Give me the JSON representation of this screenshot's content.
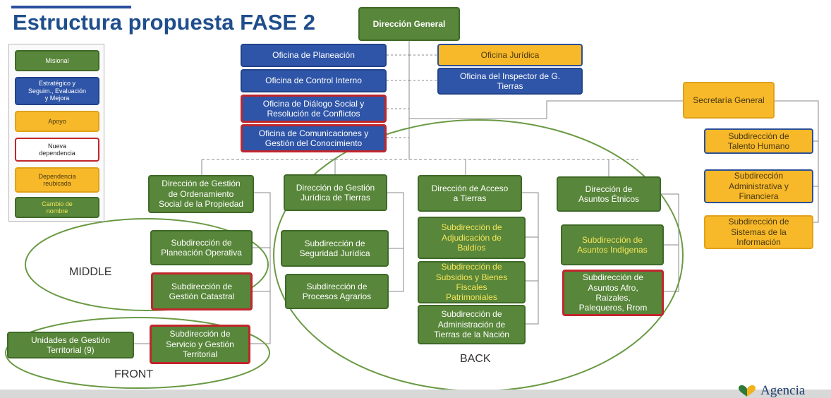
{
  "title": "Estructura propuesta FASE 2",
  "legend": [
    {
      "label": "Misional",
      "style": "green"
    },
    {
      "label": "Estratégico y\nSeguim., Evaluación\ny Mejora",
      "style": "blue"
    },
    {
      "label": "Apoyo",
      "style": "orange"
    },
    {
      "label": "Nueva\ndependencia",
      "style": "new"
    },
    {
      "label": "Dependencia\nreubicada",
      "style": "moved"
    },
    {
      "label": "Cambio de\nnombre",
      "style": "renamed"
    }
  ],
  "org": {
    "direccion_general": "Dirección General",
    "oficina_planeacion": "Oficina de Planeación",
    "oficina_control": "Oficina de Control Interno",
    "oficina_dialogo": "Oficina de Diálogo Social y\nResolución de Conflictos",
    "oficina_comunicaciones": "Oficina de Comunicaciones y\nGestión del Conocimiento",
    "oficina_juridica": "Oficina Jurídica",
    "oficina_inspector": "Oficina del Inspector de G.\nTierras",
    "secretaria_general": "Secretaría General",
    "sub_talento": "Subdirección de\nTalento Humano",
    "sub_administrativa": "Subdirección\nAdministrativa y\nFinanciera",
    "sub_sistemas": "Subdirección de\nSistemas de la\nInformación",
    "dir_ordenamiento": "Dirección de Gestión\nde Ordenamiento\nSocial de la Propiedad",
    "sub_planeacion_operativa": "Subdirección de\nPlaneación Operativa",
    "sub_gestion_catastral": "Subdirección de\nGestión Catastral",
    "sub_servicio": "Subdirección de\nServicio y Gestión\nTerritorial",
    "unidades_gestion": "Unidades de Gestión\nTerritorial (9)",
    "dir_juridica": "Dirección de Gestión\nJurídica de Tierras",
    "sub_seguridad": "Subdirección de\nSeguridad Jurídica",
    "sub_procesos": "Subdirección de\nProcesos Agrarios",
    "dir_acceso": "Dirección de Acceso\na Tierras",
    "sub_adjudicacion": "Subdirección de\nAdjudicación de\nBaldíos",
    "sub_subsidios": "Subdirección de\nSubsidios y Bienes\nFiscales\nPatrimoniales",
    "sub_administracion": "Subdirección de\nAdministración de\nTierras de la Nación",
    "dir_etnicos": "Dirección de\nAsuntos Étnicos",
    "sub_indigenas": "Subdirección de\nAsuntos Indígenas",
    "sub_afro": "Subdirección de\nAsuntos Afro,\nRaizales,\nPalequeros, Rrom"
  },
  "zones": {
    "middle": "MIDDLE",
    "front": "FRONT",
    "back": "BACK"
  },
  "logo": {
    "text": "Agencia",
    "icon": "heart-icon"
  },
  "colors": {
    "misional": "#58863a",
    "estrategico": "#2f55a8",
    "apoyo": "#f7b82a",
    "nueva": "#c0262c",
    "title": "#1f4e8c"
  }
}
